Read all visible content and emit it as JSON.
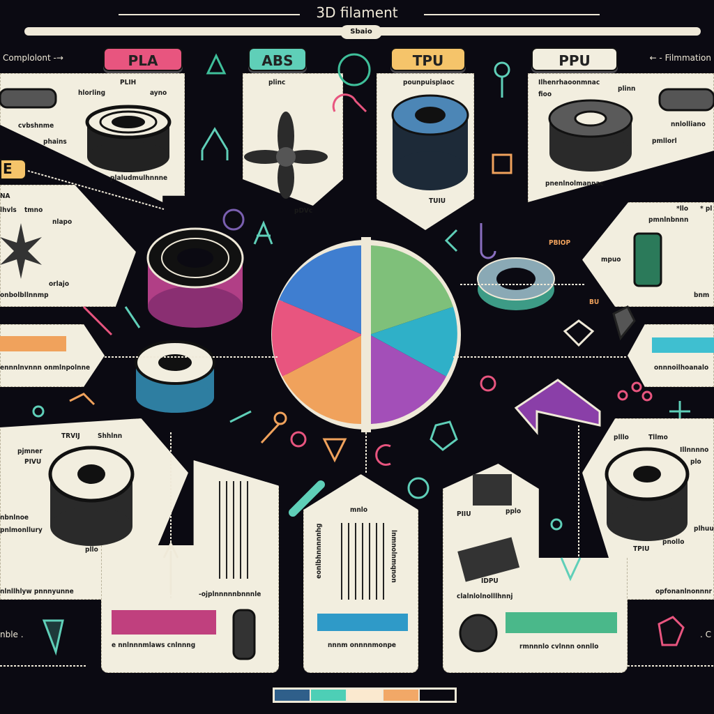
{
  "header": {
    "title": "3D filament",
    "badge": "Sbaio",
    "left_note": "Complolont -→",
    "right_note": "← - Filmmation"
  },
  "tabs": [
    {
      "label": "PLA",
      "color": "#e8557f"
    },
    {
      "label": "ABS",
      "color": "#5fcfb8"
    },
    {
      "label": "TPU",
      "color": "#f5c46a"
    },
    {
      "label": "PPU",
      "color": "#f2eedf"
    }
  ],
  "panels": {
    "pla": [
      "PLIH",
      "hlorling",
      "ayno",
      "cvbshnme",
      "phains",
      "plaludmulhnnne"
    ],
    "abs": [
      "plinc",
      "pDVc"
    ],
    "tpu": [
      "pounpuisplaoc",
      "TUIU"
    ],
    "ppu": [
      "Ilhenrhaoonmnac",
      "fioo",
      "plinn",
      "nnlolliano",
      "pmllorl",
      "pnenlnolmannac"
    ],
    "left_mid": [
      "E",
      "NA",
      "lhvls",
      "tmno",
      "nlapo",
      "orlajo",
      "onbolbllnnmp"
    ],
    "right_mid": [
      "*llo",
      "* pl",
      "pmnlnbnnn",
      "mpuo",
      "bnm",
      "PBIOP",
      "BU"
    ],
    "left_strip": [
      "ennnlnvnnn onmlnpolnne"
    ],
    "right_strip": [
      "onnnoilhoanalo"
    ],
    "left_bottom": [
      "TRVIJ",
      "Shhlnn",
      "pjmner",
      "PIVU",
      "nbnlnoe",
      "pnlmonllury",
      "pllo",
      "nlnllhlyw pnnnyunne"
    ],
    "right_bottom": [
      "plllo",
      "Tllmo",
      "Illnnnno",
      "plo",
      "plhuu",
      "pnollo",
      "TPIU",
      "opfonanlnonnnr"
    ],
    "bottom_left": [
      "-ojplnnnnnbnnnle",
      "e nnlnnnmlaws cnlnnng"
    ],
    "bottom_mid": [
      "mnlo",
      "eonlbhnnnnnhg",
      "lnmnolnmqnon",
      "nnnm onnnnmonpe"
    ],
    "bottom_right": [
      "PIIU",
      "pplo",
      "IDPU",
      "clalnlolnolllhnnj",
      "rmnnnlo cvlnnn onnllo"
    ],
    "footer_left": "nble .",
    "footer_right": ". C"
  },
  "palette": [
    "#2f5f8a",
    "#4dcfb6",
    "#fbe9cf",
    "#f2a867",
    "#0b0a12"
  ]
}
